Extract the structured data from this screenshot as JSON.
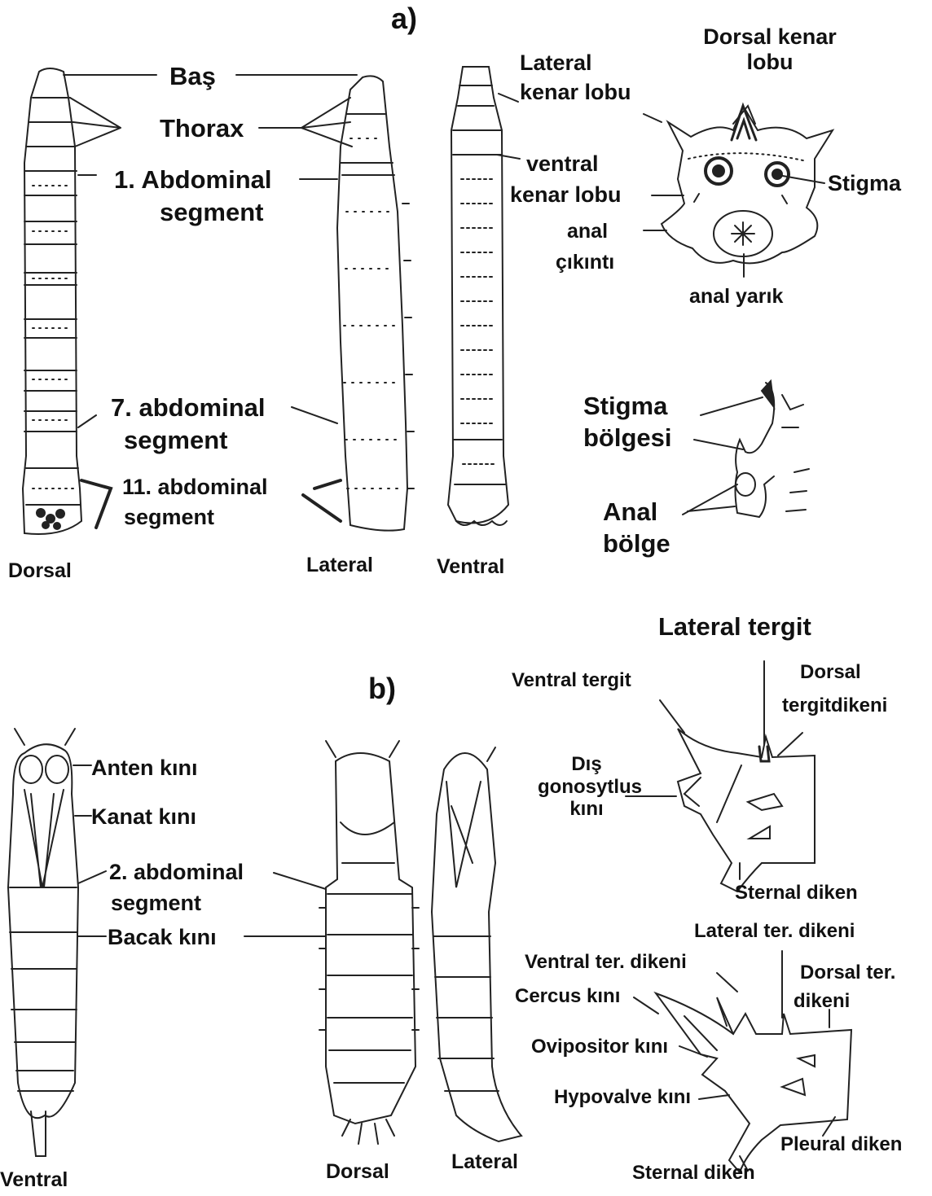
{
  "panel_a": {
    "letter": "a)",
    "larva_labels": {
      "head": "Baş",
      "thorax": "Thorax",
      "abd1_l1": "1. Abdominal",
      "abd1_l2": "segment",
      "abd7_l1": "7. abdominal",
      "abd7_l2": "segment",
      "abd11_l1": "11. abdominal",
      "abd11_l2": "segment"
    },
    "views": {
      "dorsal": "Dorsal",
      "lateral": "Lateral",
      "ventral": "Ventral"
    },
    "terminal_segment": {
      "dorsal_lobe_l1": "Dorsal kenar",
      "dorsal_lobe_l2": "lobu",
      "lateral_lobe_l1": "Lateral",
      "lateral_lobe_l2": "kenar lobu",
      "ventral_lobe_l1": "ventral",
      "ventral_lobe_l2": "kenar lobu",
      "stigma": "Stigma",
      "anal_l1": "anal",
      "anal_l2": "çıkıntı",
      "anal_slit": "anal yarık"
    },
    "terminal_lateral": {
      "stigma_l1": "Stigma",
      "stigma_l2": "bölgesi",
      "anal_l1": "Anal",
      "anal_l2": "bölge"
    }
  },
  "panel_b": {
    "letter": "b)",
    "pupa_labels": {
      "antenna": "Anten kını",
      "wing": "Kanat kını",
      "abd2_l1": "2. abdominal",
      "abd2_l2": "segment",
      "leg": "Bacak kını"
    },
    "views": {
      "ventral": "Ventral",
      "dorsal": "Dorsal",
      "lateral": "Lateral"
    },
    "male_terminal": {
      "lateral_tergit": "Lateral tergit",
      "ventral_tergit": "Ventral tergit",
      "dorsal_spine_l1": "Dorsal",
      "dorsal_spine_l2": "tergitdikeni",
      "gono_l1": "Dış",
      "gono_l2": "gonosytlus",
      "gono_l3": "kını",
      "sternal": "Sternal diken"
    },
    "female_terminal": {
      "lateral_spine": "Lateral ter. dikeni",
      "ventral_spine": "Ventral ter. dikeni",
      "dorsal_spine_l1": "Dorsal  ter.",
      "dorsal_spine_l2": "dikeni",
      "cercus": "Cercus kını",
      "ovipositor": "Ovipositor kını",
      "hypovalve": "Hypovalve kını",
      "pleural": "Pleural diken",
      "sternal": "Sternal diken"
    }
  }
}
